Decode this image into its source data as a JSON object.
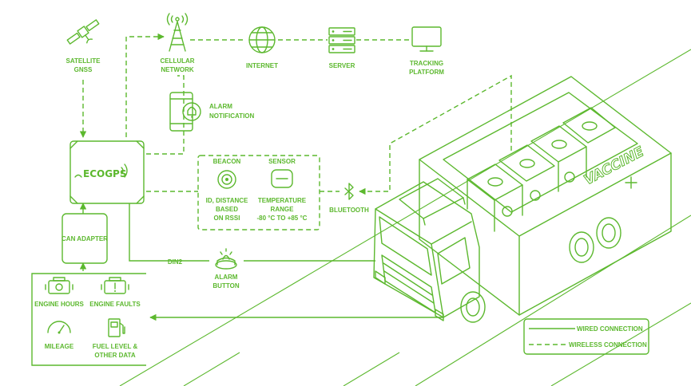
{
  "colors": {
    "accent": "#5cb82e",
    "background": "#ffffff"
  },
  "nodes": {
    "satellite": {
      "line1": "SATELLITE",
      "line2": "GNSS",
      "icon": "satellite-icon"
    },
    "cellular": {
      "line1": "CELLULAR",
      "line2": "NETWORK",
      "icon": "cell-tower-icon"
    },
    "internet": {
      "label": "INTERNET",
      "icon": "globe-icon"
    },
    "server": {
      "label": "SERVER",
      "icon": "server-icon"
    },
    "tracking": {
      "line1": "TRACKING",
      "line2": "PLATFORM",
      "icon": "monitor-icon"
    },
    "alarm_notification": {
      "line1": "ALARM",
      "line2": "NOTIFICATION",
      "icon": "phone-bell-icon"
    },
    "tracker": {
      "logo": "ECOGPS",
      "icon": "tracker-device-icon"
    },
    "can_adapter": {
      "label": "CAN ADAPTER"
    },
    "beacon": {
      "title": "BEACON",
      "line1": "ID, DISTANCE",
      "line2": "BASED",
      "line3": "ON RSSI",
      "icon": "beacon-icon"
    },
    "sensor": {
      "title": "SENSOR",
      "line1": "TEMPERATURE",
      "line2": "RANGE",
      "line3": "-80 °C TO +85 °C",
      "icon": "sensor-icon"
    },
    "bluetooth": {
      "label": "BLUETOOTH",
      "icon": "bluetooth-icon"
    },
    "din2": {
      "label": "DIN2"
    },
    "alarm_button": {
      "line1": "ALARM",
      "line2": "BUTTON",
      "icon": "alarm-button-icon"
    },
    "engine_hours": {
      "label": "ENGINE HOURS",
      "icon": "engine-icon"
    },
    "engine_faults": {
      "label": "ENGINE FAULTS",
      "icon": "engine-fault-icon"
    },
    "mileage": {
      "label": "MILEAGE",
      "icon": "gauge-icon"
    },
    "fuel": {
      "line1": "FUEL LEVEL &",
      "line2": "OTHER DATA",
      "icon": "fuel-pump-icon"
    }
  },
  "truck": {
    "cargo_text": "VACCINE",
    "icon": "truck-icon"
  },
  "legend": {
    "wired": "WIRED CONNECTION",
    "wireless": "WIRELESS CONNECTION"
  }
}
